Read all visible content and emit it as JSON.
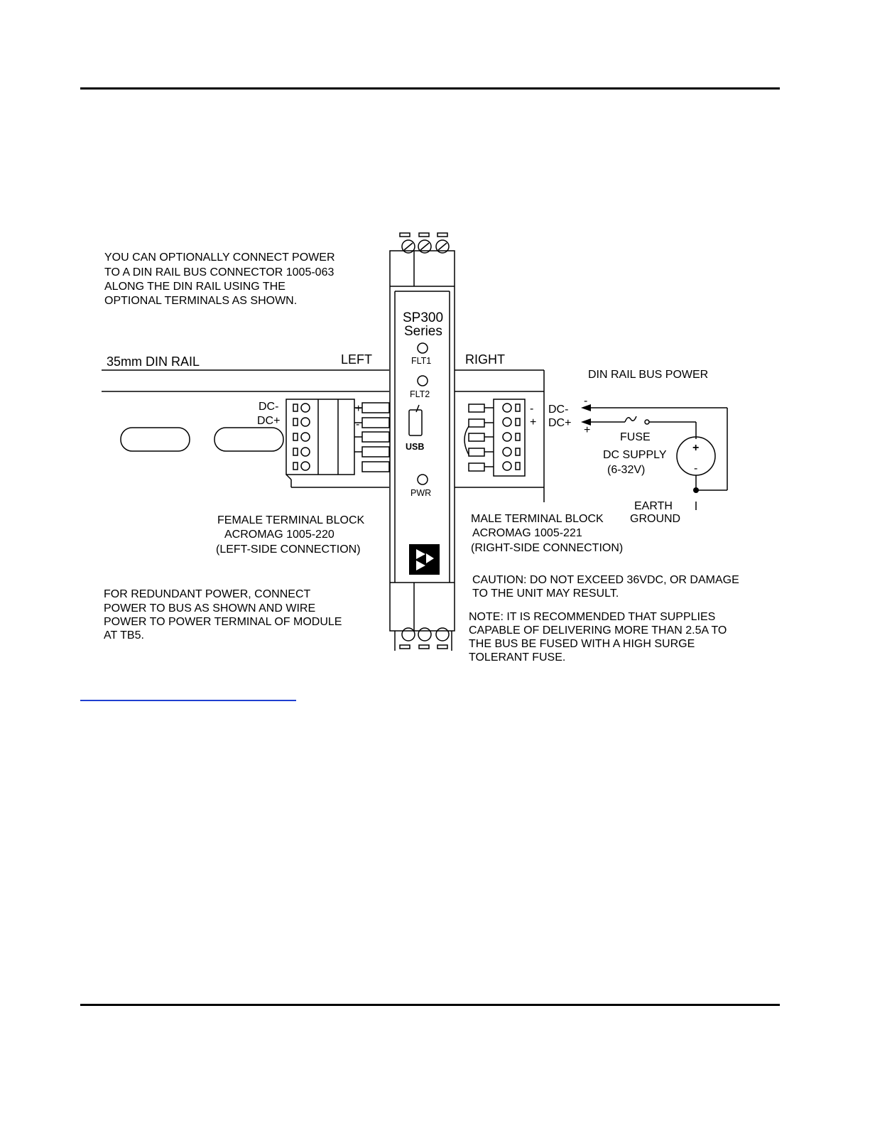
{
  "diagram": {
    "note_optional": [
      "YOU CAN OPTIONALLY CONNECT POWER",
      "TO A DIN RAIL BUS CONNECTOR 1005-063",
      "ALONG THE DIN RAIL USING THE",
      "OPTIONAL TERMINALS AS SHOWN."
    ],
    "rail_label": "35mm DIN RAIL",
    "left_label": "LEFT",
    "right_label": "RIGHT",
    "bus_power_label": "DIN RAIL BUS POWER",
    "module": {
      "name_line1": "SP300",
      "name_line2": "Series",
      "led1": "FLT1",
      "led2": "FLT2",
      "usb": "USB",
      "led3": "PWR"
    },
    "left_dc_minus": "DC-",
    "left_dc_plus": "DC+",
    "left_term_plus": "+",
    "left_term_minus": "-",
    "right_term_minus": "-",
    "right_term_plus": "+",
    "right_dc_minus": "DC-",
    "right_dc_plus": "DC+",
    "arrow_minus": "-",
    "arrow_plus": "+",
    "fuse_label": "FUSE",
    "supply_label_1": "DC SUPPLY",
    "supply_label_2": "(6-32V)",
    "supply_plus": "+",
    "supply_minus": "-",
    "earth_1": "EARTH",
    "earth_2": "GROUND",
    "female_block": [
      "FEMALE TERMINAL BLOCK",
      "ACROMAG 1005-220",
      "(LEFT-SIDE CONNECTION)"
    ],
    "male_block": [
      "MALE TERMINAL BLOCK",
      "ACROMAG 1005-221",
      "(RIGHT-SIDE CONNECTION)"
    ],
    "caution": [
      "CAUTION: DO NOT EXCEED 36VDC, OR DAMAGE",
      "TO THE UNIT MAY RESULT."
    ],
    "redundant": [
      "FOR REDUNDANT POWER, CONNECT",
      "POWER TO BUS AS SHOWN AND WIRE",
      "POWER TO POWER TERMINAL OF MODULE",
      "AT TB5."
    ],
    "note": [
      "NOTE:  IT IS RECOMMENDED THAT SUPPLIES",
      "CAPABLE OF DELIVERING MORE THAN 2.5A TO",
      "THE BUS BE FUSED WITH A HIGH SURGE",
      "TOLERANT FUSE."
    ]
  }
}
